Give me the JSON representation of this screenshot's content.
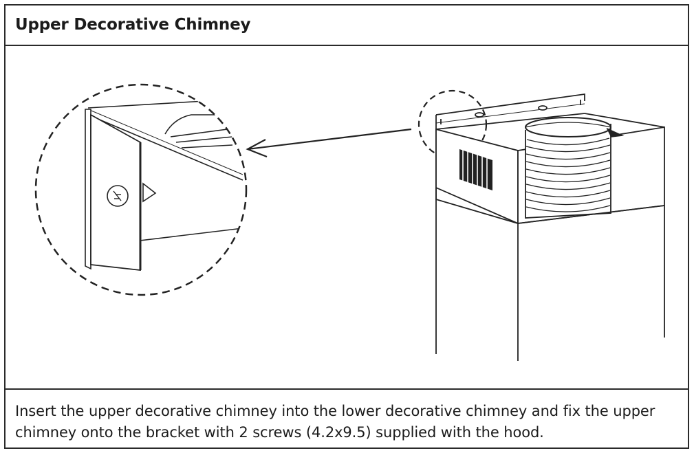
{
  "section": {
    "title": "Upper Decorative Chimney"
  },
  "instructions": {
    "text": "Insert the upper decorative chimney into the lower decorative chimney and fix the upper chimney onto the bracket with 2 screws (4.2x9.5) supplied with the hood."
  },
  "illustration": {
    "detail_view": "magnified-bracket-screw-detail",
    "main_view": "chimney-bracket-assembly"
  }
}
